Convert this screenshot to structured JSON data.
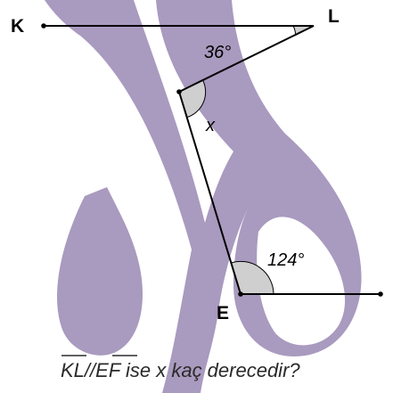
{
  "points": {
    "K": "K",
    "L": "L",
    "E": "E"
  },
  "angles": {
    "top": "36°",
    "bottom": "124°",
    "unknown": "x"
  },
  "question": {
    "segment1": "KL",
    "sep": "//",
    "segment2": "EF",
    "rest": " ise x kaç derecedir?"
  },
  "colors": {
    "watermark": "#a99abf",
    "lines": "#000000",
    "angle_fill": "#cfcfcf"
  }
}
